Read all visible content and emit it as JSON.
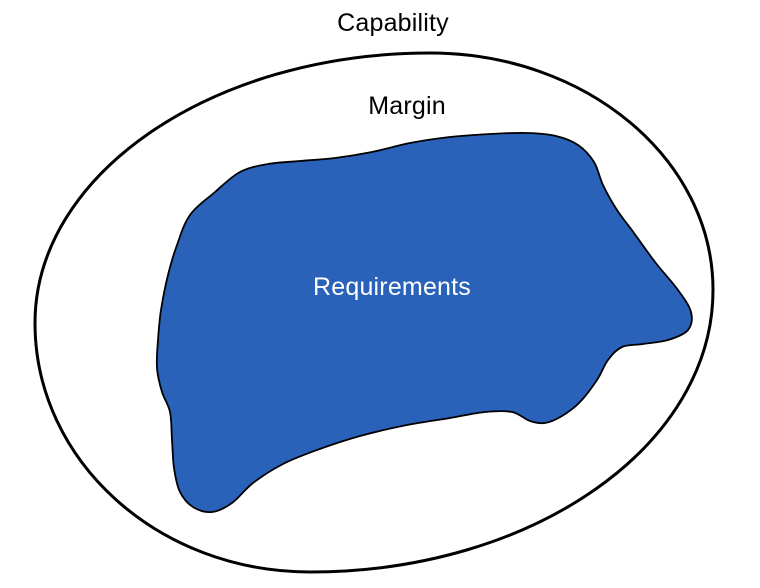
{
  "diagram": {
    "labels": {
      "capability": "Capability",
      "margin": "Margin",
      "requirements": "Requirements"
    },
    "colors": {
      "background": "#FFFFFF",
      "outline": "#000000",
      "requirements_fill": "#2A62B9",
      "requirements_stroke": "#000000",
      "requirements_text": "#FFFFFF",
      "label_text": "#000000"
    }
  }
}
